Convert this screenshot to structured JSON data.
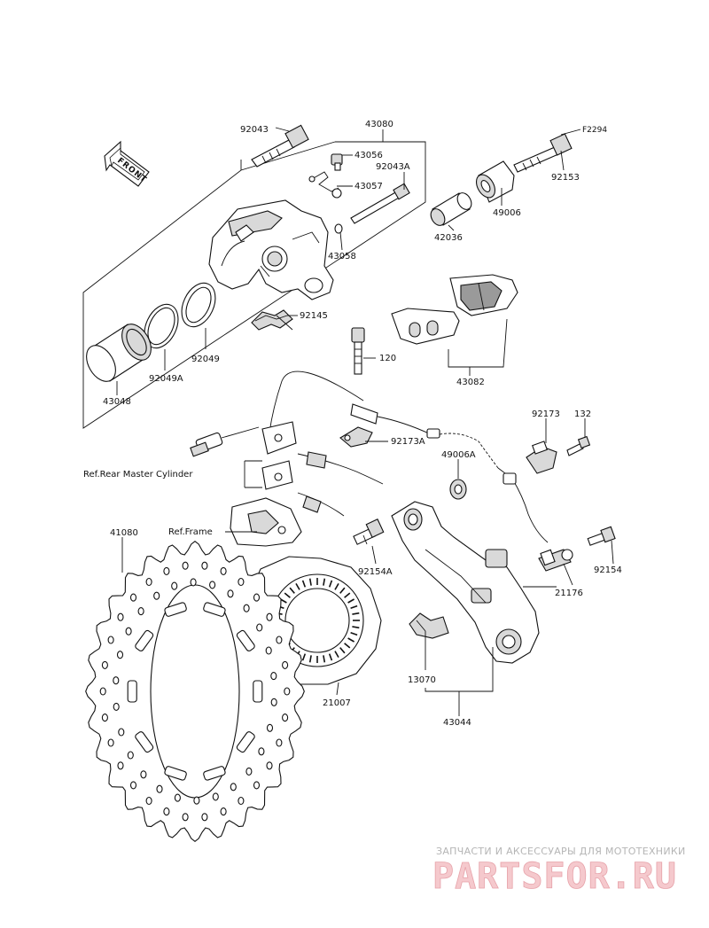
{
  "front_arrow": {
    "label": "FRONT"
  },
  "parts": {
    "p43080": "43080",
    "p92043": "92043",
    "p43056": "43056",
    "p92043A": "92043A",
    "p43057": "43057",
    "p43058": "43058",
    "pF2294": "F2294",
    "p92153": "92153",
    "p49006": "49006",
    "p42036": "42036",
    "p92145": "92145",
    "p92049": "92049",
    "p92049A": "92049A",
    "p43048": "43048",
    "p43082": "43082",
    "p120": "120",
    "p92173A": "92173A",
    "p92173": "92173",
    "p132": "132",
    "p49006A": "49006A",
    "p41080": "41080",
    "p92154A": "92154A",
    "p92154": "92154",
    "p21176": "21176",
    "p21007": "21007",
    "p13070": "13070",
    "p43044": "43044"
  },
  "references": {
    "rear_master_cylinder": "Ref.Rear Master Cylinder",
    "frame": "Ref.Frame"
  },
  "watermark": {
    "tagline": "ЗАПЧАСТИ И АКСЕССУАРЫ ДЛЯ МОТОТЕХНИКИ",
    "logo": "PARTSFOR.RU"
  }
}
